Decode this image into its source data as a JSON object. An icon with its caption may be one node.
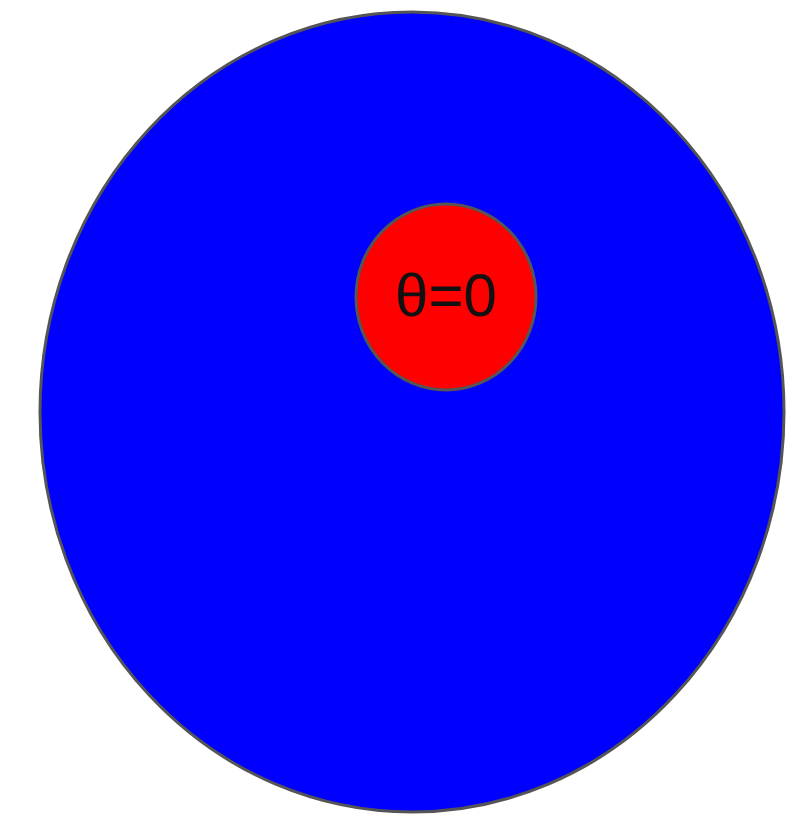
{
  "diagram": {
    "nodes": [
      {
        "text": [],
        "shape": "ellipse"
      },
      {
        "text": [
          "θ=0"
        ],
        "in": 0
      }
    ]
  }
}
